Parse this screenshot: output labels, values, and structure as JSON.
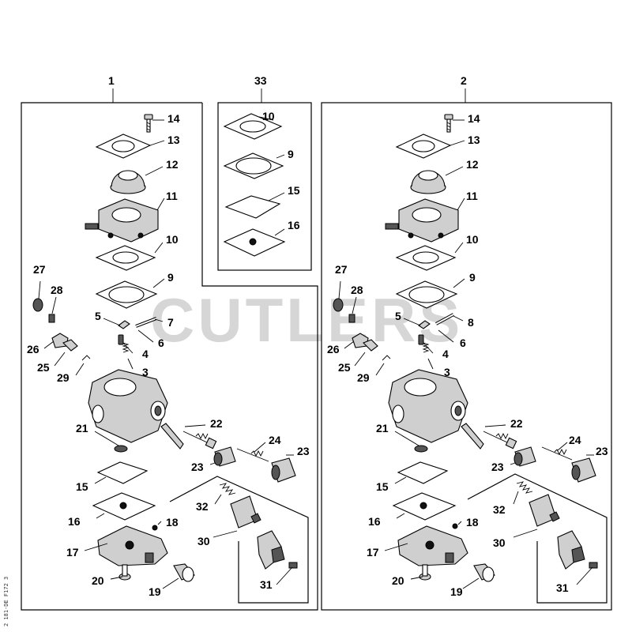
{
  "watermark": "CUTLERS",
  "side_code": "2 181-DE F172 3",
  "groups": {
    "left": "1",
    "middle": "33",
    "right": "2"
  },
  "callouts": {
    "left": {
      "c14": "14",
      "c13": "13",
      "c12": "12",
      "c11": "11",
      "c10": "10",
      "c9": "9",
      "c27": "27",
      "c28": "28",
      "c5": "5",
      "c7": "7",
      "c6": "6",
      "c26": "26",
      "c4": "4",
      "c25": "25",
      "c3": "3",
      "c29": "29",
      "c21": "21",
      "c22": "22",
      "c24": "24",
      "c23a": "23",
      "c23b": "23",
      "c15": "15",
      "c32": "32",
      "c16": "16",
      "c18": "18",
      "c30": "30",
      "c17": "17",
      "c20": "20",
      "c31": "31",
      "c19": "19"
    },
    "middle": {
      "c10": "10",
      "c9": "9",
      "c15": "15",
      "c16": "16"
    },
    "right": {
      "c14": "14",
      "c13": "13",
      "c12": "12",
      "c11": "11",
      "c10": "10",
      "c9": "9",
      "c27": "27",
      "c28": "28",
      "c5": "5",
      "c8": "8",
      "c6": "6",
      "c26": "26",
      "c4": "4",
      "c25": "25",
      "c3": "3",
      "c29": "29",
      "c21": "21",
      "c22": "22",
      "c24": "24",
      "c23a": "23",
      "c23b": "23",
      "c15": "15",
      "c32": "32",
      "c16": "16",
      "c18": "18",
      "c30": "30",
      "c17": "17",
      "c20": "20",
      "c31": "31",
      "c19": "19"
    }
  }
}
